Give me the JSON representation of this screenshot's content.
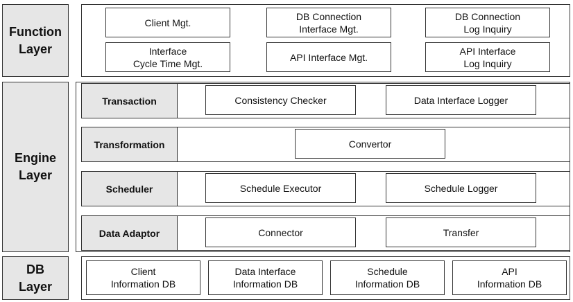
{
  "function_layer": {
    "label": "Function\nLayer",
    "boxes": [
      "Client Mgt.",
      "DB Connection\nInterface Mgt.",
      "DB Connection\nLog Inquiry",
      "Interface\nCycle Time Mgt.",
      "API Interface Mgt.",
      "API Interface\nLog Inquiry"
    ]
  },
  "engine_layer": {
    "label": "Engine\nLayer",
    "rows": [
      {
        "label": "Transaction",
        "boxes": [
          "Consistency Checker",
          "Data Interface Logger"
        ]
      },
      {
        "label": "Transformation",
        "boxes": [
          "Convertor"
        ]
      },
      {
        "label": "Scheduler",
        "boxes": [
          "Schedule Executor",
          "Schedule Logger"
        ]
      },
      {
        "label": "Data Adaptor",
        "boxes": [
          "Connector",
          "Transfer"
        ]
      }
    ]
  },
  "db_layer": {
    "label": "DB\nLayer",
    "boxes": [
      "Client\nInformation DB",
      "Data Interface\nInformation DB",
      "Schedule\nInformation DB",
      "API\nInformation DB"
    ]
  }
}
